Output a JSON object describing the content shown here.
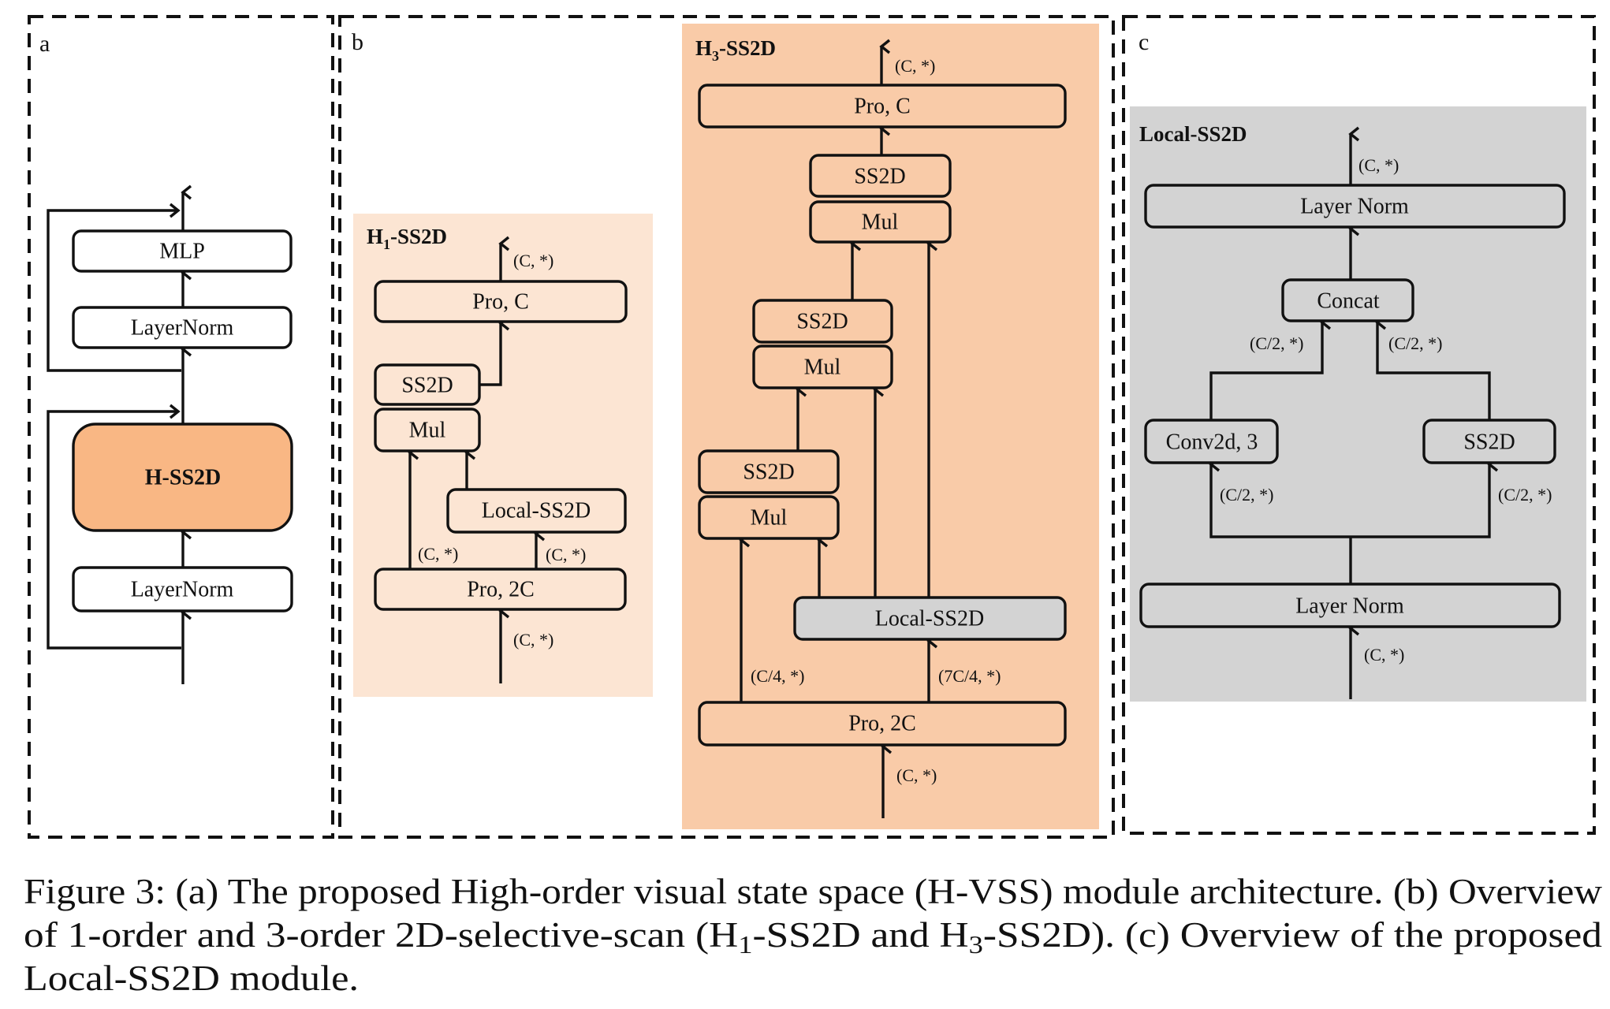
{
  "panels": {
    "a": {
      "label": "a",
      "blocks": {
        "mlp": "MLP",
        "layernorm_top": "LayerNorm",
        "hss2d": "H-SS2D",
        "layernorm_bottom": "LayerNorm"
      }
    },
    "b": {
      "label": "b",
      "h1": {
        "title_main": "H",
        "title_sub": "1",
        "title_rest": "-SS2D",
        "blocks": {
          "pro_c": "Pro, C",
          "ss2d": "SS2D",
          "mul": "Mul",
          "local_ss2d": "Local-SS2D",
          "pro_2c": "Pro, 2C"
        },
        "dims": {
          "output": "(C, *)",
          "left_branch": "(C, *)",
          "right_branch": "(C, *)",
          "input": "(C, *)"
        }
      },
      "h3": {
        "title_main": "H",
        "title_sub": "3",
        "title_rest": "-SS2D",
        "blocks": {
          "pro_c": "Pro, C",
          "ss2d_top": "SS2D",
          "mul_top": "Mul",
          "ss2d_mid": "SS2D",
          "mul_mid": "Mul",
          "ss2d_low": "SS2D",
          "mul_low": "Mul",
          "local_ss2d": "Local-SS2D",
          "pro_2c": "Pro, 2C"
        },
        "dims": {
          "output": "(C, *)",
          "left_branch": "(C/4, *)",
          "right_branch": "(7C/4, *)",
          "input": "(C, *)"
        }
      }
    },
    "c": {
      "label": "c",
      "title": "Local-SS2D",
      "blocks": {
        "layer_norm_top": "Layer Norm",
        "concat": "Concat",
        "conv2d": "Conv2d, 3",
        "ss2d": "SS2D",
        "layer_norm_bottom": "Layer Norm"
      },
      "dims": {
        "output": "(C, *)",
        "concat_left": "(C/2, *)",
        "concat_right": "(C/2, *)",
        "conv_in": "(C/2, *)",
        "ss2d_in": "(C/2, *)",
        "input": "(C, *)"
      }
    }
  },
  "caption": {
    "line1": "Figure 3: (a) The proposed High-order visual state space (H-VSS) module architecture. (b) Overview",
    "line2_a": "of 1-order and 3-order 2D-selective-scan (H",
    "line2_sub1": "1",
    "line2_b": "-SS2D and H",
    "line2_sub3": "3",
    "line2_c": "-SS2D). (c) Overview of the proposed",
    "line3": "Local-SS2D module."
  },
  "colors": {
    "hss2d_fill": "#f9b784",
    "h1_background": "#fce5d3",
    "h3_background": "#f9cba8",
    "local_background": "#d3d3d3"
  }
}
